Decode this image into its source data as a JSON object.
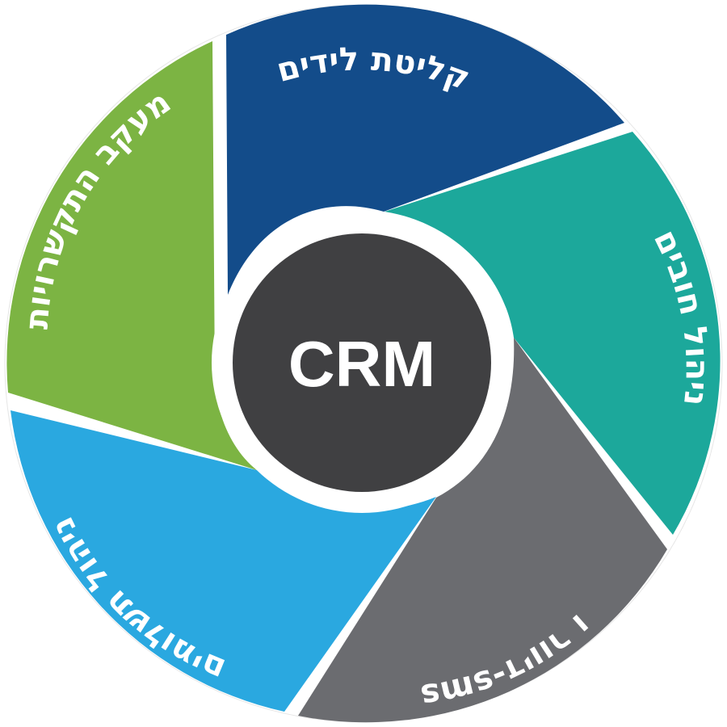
{
  "center": {
    "label": "CRM",
    "color": "#404042"
  },
  "segments": [
    {
      "key": "lead-intake",
      "label": "קליטת לידים",
      "color": "#134c8a"
    },
    {
      "key": "debt-management",
      "label": "ניהול חובים",
      "color": "#1ca89b"
    },
    {
      "key": "email-sms",
      "label": "דיוור ו-sms",
      "color": "#6b6c70"
    },
    {
      "key": "payment-management",
      "label": "ניהול תשלומים",
      "color": "#2aa8e0"
    },
    {
      "key": "communication-tracking",
      "label": "מעקב התקשרויות",
      "color": "#7cb443"
    }
  ]
}
